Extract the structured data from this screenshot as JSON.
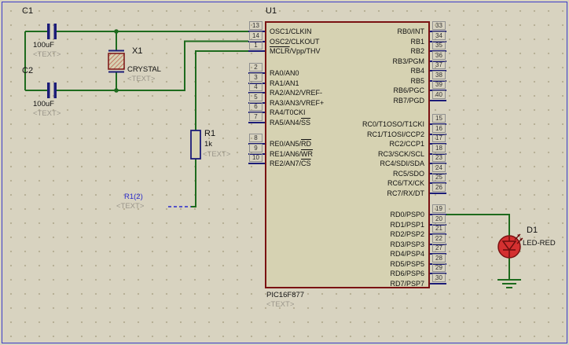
{
  "colors": {
    "background": "#d8d3c0",
    "grid_dot": "#b5ae94",
    "sheet_border": "#3c3cc8",
    "wire_green": "#1e6b1e",
    "pin_blue": "#1c1c78",
    "chip_outline": "#7a1212",
    "chip_fill": "#d6d2b2",
    "led_red": "#d43030",
    "terminal_blue": "#2929cc",
    "placeholder_gray": "#9a968a"
  },
  "chip": {
    "ref": "U1",
    "value": "PIC16F877",
    "placeholder": "<TEXT>",
    "left_pins": [
      {
        "num": "13",
        "name": "OSC1/CLKIN"
      },
      {
        "num": "14",
        "name": "OSC2/CLKOUT"
      },
      {
        "num": "1",
        "name": "MCLR/Vpp/THV",
        "bar": "MCLR"
      },
      {
        "num": "2",
        "name": "RA0/AN0"
      },
      {
        "num": "3",
        "name": "RA1/AN1"
      },
      {
        "num": "4",
        "name": "RA2/AN2/VREF-"
      },
      {
        "num": "5",
        "name": "RA3/AN3/VREF+"
      },
      {
        "num": "6",
        "name": "RA4/T0CKI"
      },
      {
        "num": "7",
        "name": "RA5/AN4/SS",
        "bar": "SS"
      },
      {
        "num": "8",
        "name": "RE0/AN5/RD",
        "bar": "RD"
      },
      {
        "num": "9",
        "name": "RE1/AN6/WR",
        "bar": "WR"
      },
      {
        "num": "10",
        "name": "RE2/AN7/CS",
        "bar": "CS"
      }
    ],
    "right_pins": [
      {
        "num": "33",
        "name": "RB0/INT"
      },
      {
        "num": "34",
        "name": "RB1"
      },
      {
        "num": "35",
        "name": "RB2"
      },
      {
        "num": "36",
        "name": "RB3/PGM"
      },
      {
        "num": "37",
        "name": "RB4"
      },
      {
        "num": "38",
        "name": "RB5"
      },
      {
        "num": "39",
        "name": "RB6/PGC"
      },
      {
        "num": "40",
        "name": "RB7/PGD"
      },
      {
        "num": "15",
        "name": "RC0/T1OSO/T1CKI"
      },
      {
        "num": "16",
        "name": "RC1/T1OSI/CCP2"
      },
      {
        "num": "17",
        "name": "RC2/CCP1"
      },
      {
        "num": "18",
        "name": "RC3/SCK/SCL"
      },
      {
        "num": "23",
        "name": "RC4/SDI/SDA"
      },
      {
        "num": "24",
        "name": "RC5/SDO"
      },
      {
        "num": "25",
        "name": "RC6/TX/CK"
      },
      {
        "num": "26",
        "name": "RC7/RX/DT"
      },
      {
        "num": "19",
        "name": "RD0/PSP0"
      },
      {
        "num": "20",
        "name": "RD1/PSP1"
      },
      {
        "num": "21",
        "name": "RD2/PSP2"
      },
      {
        "num": "22",
        "name": "RD3/PSP3"
      },
      {
        "num": "27",
        "name": "RD4/PSP4"
      },
      {
        "num": "28",
        "name": "RD5/PSP5"
      },
      {
        "num": "29",
        "name": "RD6/PSP6"
      },
      {
        "num": "30",
        "name": "RD7/PSP7"
      }
    ]
  },
  "components": {
    "c1": {
      "ref": "C1",
      "value": "100uF",
      "placeholder": "<TEXT>"
    },
    "c2": {
      "ref": "C2",
      "value": "100uF",
      "placeholder": "<TEXT>"
    },
    "x1": {
      "ref": "X1",
      "value": "CRYSTAL",
      "placeholder": "<TEXT>"
    },
    "r1": {
      "ref": "R1",
      "value": "1k",
      "placeholder": "<TEXT>"
    },
    "r1_terminal": {
      "label": "R1(2)",
      "placeholder": "<TEXT>"
    },
    "d1": {
      "ref": "D1",
      "value": "LED-RED"
    }
  }
}
